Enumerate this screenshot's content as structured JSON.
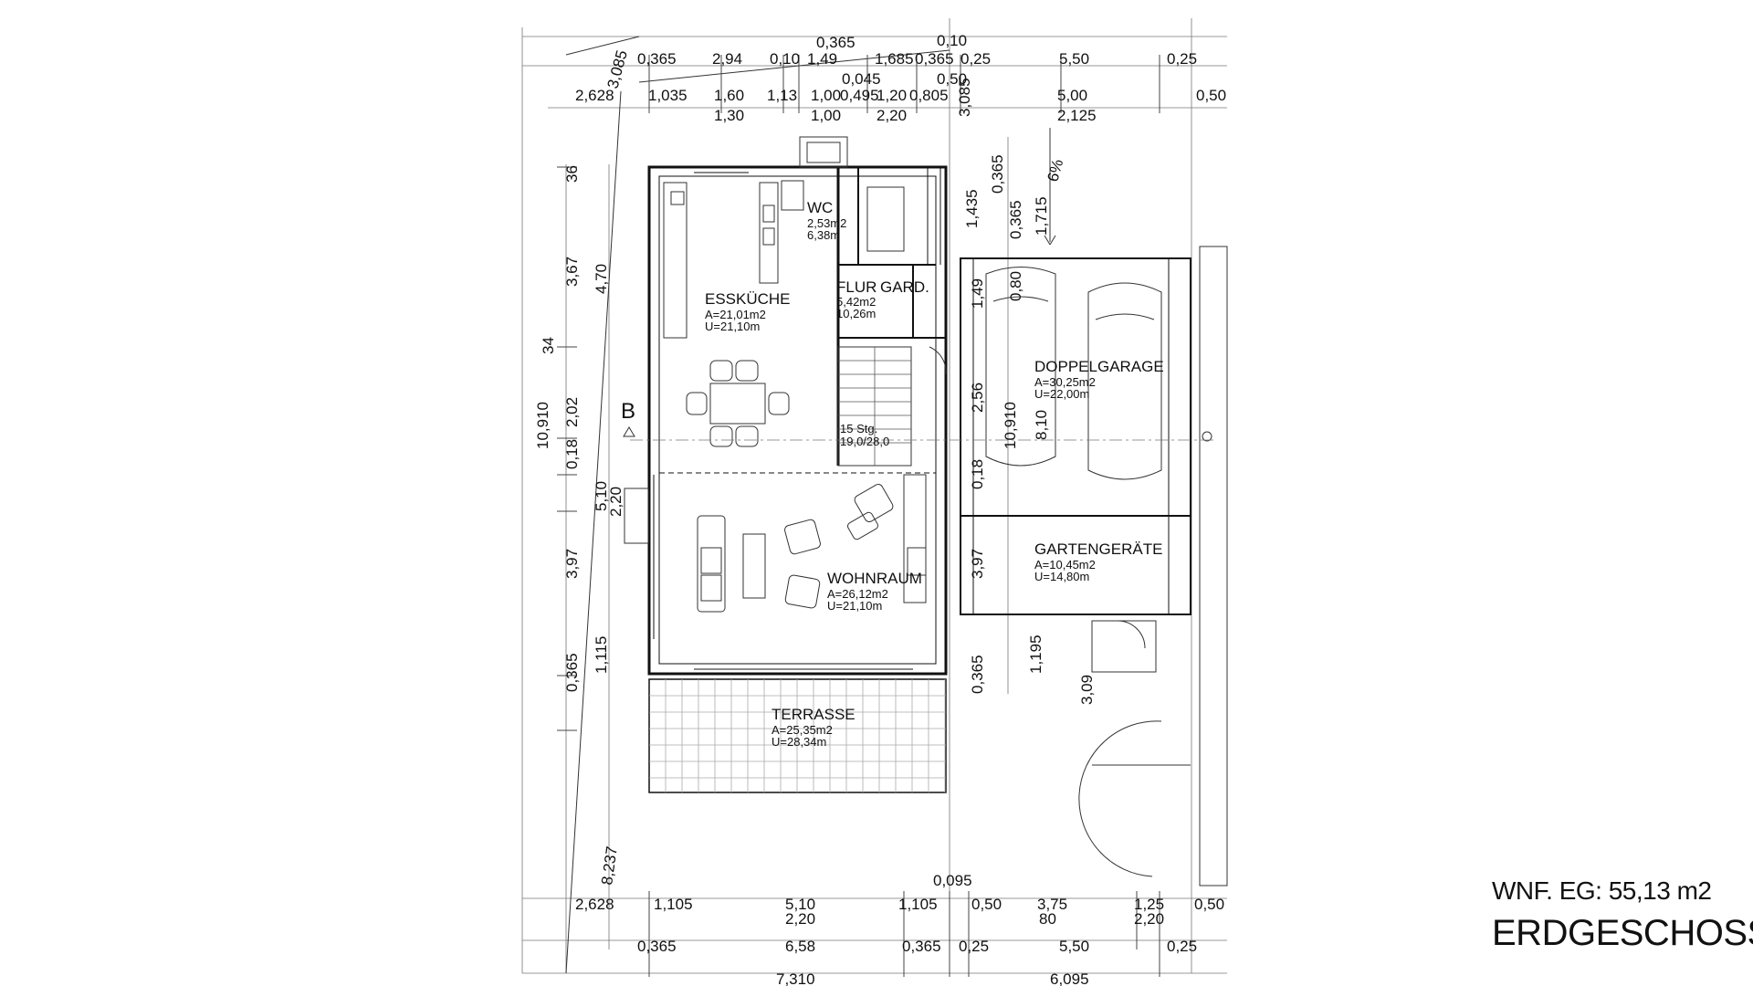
{
  "rooms": {
    "esskueche": {
      "name": "ESSKÜCHE",
      "area": "A=21,01m2",
      "perimeter": "U=21,10m"
    },
    "wc": {
      "name": "WC",
      "area": "2,53m2",
      "perimeter": "6,38m"
    },
    "flur": {
      "name": "FLUR",
      "area": "5,42m2",
      "perimeter": "10,26m"
    },
    "gard": {
      "name": "GARD."
    },
    "doppelgarage": {
      "name": "DOPPELGARAGE",
      "area": "A=30,25m2",
      "perimeter": "U=22,00m"
    },
    "wohnraum": {
      "name": "WOHNRAUM",
      "area": "A=26,12m2",
      "perimeter": "U=21,10m"
    },
    "gartengeraete": {
      "name": "GARTENGERÄTE",
      "area": "A=10,45m2",
      "perimeter": "U=14,80m"
    },
    "terrasse": {
      "name": "TERRASSE",
      "area": "A=25,35m2",
      "perimeter": "U=28,34m"
    }
  },
  "stairs": {
    "steps": "15 Stg.",
    "ratio": "19,0/28,0"
  },
  "section_marker": "B",
  "dimensions": {
    "top_row1": [
      "0,365",
      "2,94",
      "0,10",
      "1,49",
      "1,685",
      "0,365",
      "0,25",
      "5,50",
      "0,25"
    ],
    "top_row1_extra": [
      "0,365",
      "0,10"
    ],
    "top_row2": [
      "2,628",
      "1,035",
      "1,60",
      "1,13",
      "1,00",
      "0,495",
      "1,20",
      "0,805",
      "5,00",
      "0,50"
    ],
    "top_row2_extra": [
      "0,045",
      "0,50",
      "3,085"
    ],
    "top_row3": [
      "1,30",
      "1,00",
      "2,20",
      "2,125"
    ],
    "left_outer": [
      "36",
      "3,67",
      "34",
      "2,02",
      "0,18",
      "5,10",
      "3,97",
      "0,365",
      "1,115"
    ],
    "left_inner": [
      "4,70",
      "2,20"
    ],
    "left_total": "10,910",
    "left_diag": [
      "3,085",
      "8,237"
    ],
    "mid_vertical": [
      "0,365",
      "1,435",
      "0,365",
      "1,715",
      "1,49",
      "0,80",
      "2,56",
      "10,910",
      "8,10",
      "0,18",
      "3,97",
      "0,365",
      "1,195",
      "3,09"
    ],
    "bottom_row1": [
      "0,095",
      "2,628",
      "1,105",
      "5,10",
      "1,105",
      "0,50",
      "3,75",
      "1,25",
      "0,50"
    ],
    "bottom_row2": [
      "2,20",
      "80",
      "2,20"
    ],
    "bottom_row3": [
      "0,365",
      "6,58",
      "0,365",
      "0,25",
      "5,50",
      "0,25"
    ],
    "bottom_row4": [
      "7,310",
      "6,095"
    ],
    "slope": "6%"
  },
  "wnf_label": "WNF. EG: 55,13 m2",
  "floor_label": "ERDGESCHOSS"
}
